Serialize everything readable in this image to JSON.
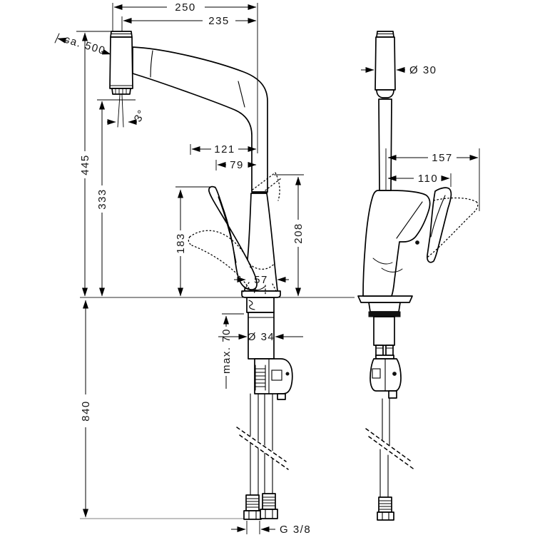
{
  "meta": {
    "drawing_type": "technical dimension drawing",
    "subject": "kitchen mixer tap with pull-out spray, front and side views",
    "units": "mm"
  },
  "colors": {
    "line": "#000000",
    "text": "#151515",
    "reference_line": "#9c9c9c",
    "background": "#ffffff"
  },
  "views": {
    "front": {
      "name": "front view"
    },
    "side": {
      "name": "side view"
    }
  },
  "dimensions": {
    "spout_reach_overall": {
      "label": "250"
    },
    "spout_reach_aerator": {
      "label": "235"
    },
    "hose_pullout": {
      "label": "ca. 500"
    },
    "height_overall": {
      "label": "445"
    },
    "height_aerator": {
      "label": "333"
    },
    "handle_tip_height": {
      "label": "183"
    },
    "handle_reach_open": {
      "label": "121"
    },
    "handle_reach_closed": {
      "label": "79"
    },
    "spout_joint_height": {
      "label": "208"
    },
    "base_width": {
      "label": "57"
    },
    "spray_angle": {
      "label": "3°"
    },
    "head_diameter": {
      "label": "Ø 30"
    },
    "side_reach_open": {
      "label": "157"
    },
    "side_reach_closed": {
      "label": "110"
    },
    "shank_diameter": {
      "label": "Ø 34"
    },
    "max_deck_thickness": {
      "label": "max. 70"
    },
    "hose_length": {
      "label": "840"
    },
    "connection_thread": {
      "label": "G 3/8"
    }
  }
}
